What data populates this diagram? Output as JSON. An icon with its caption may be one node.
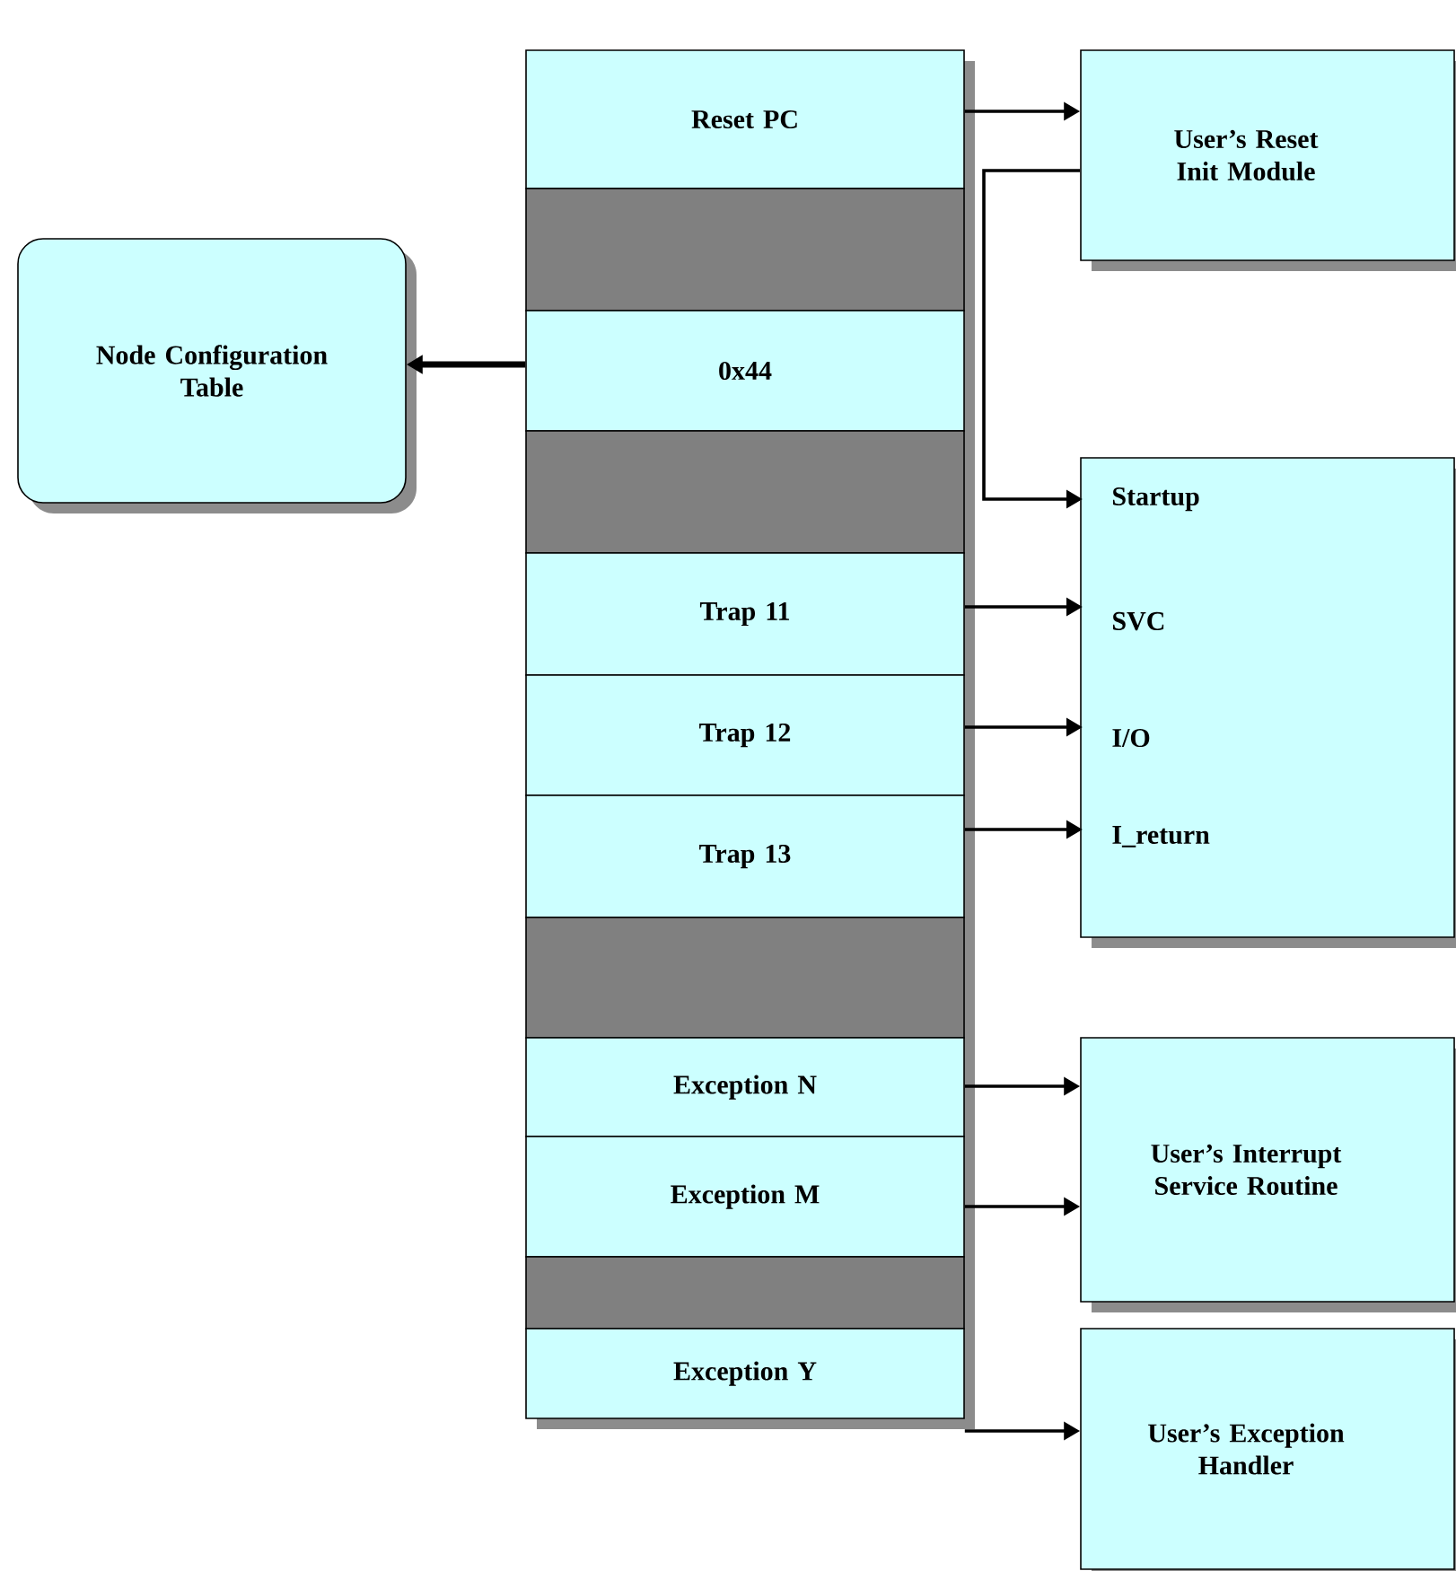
{
  "diagram": {
    "nodes": [
      {
        "text": [
          "Reset PC"
        ]
      },
      {
        "text": [],
        "shape": "box"
      },
      {
        "text": [
          "0x44"
        ]
      },
      {
        "text": [],
        "shape": "box"
      },
      {
        "text": [
          "Trap 11"
        ]
      },
      {
        "text": [
          "Trap 12"
        ]
      },
      {
        "text": [
          "Trap 13"
        ]
      },
      {
        "text": [],
        "shape": "box"
      },
      {
        "text": [
          "Exception N"
        ]
      },
      {
        "text": [
          "Exception M"
        ]
      },
      {
        "text": [],
        "shape": "box"
      },
      {
        "text": [
          "Exception Y"
        ]
      },
      {
        "text": [
          "Node Configuration Table"
        ]
      },
      {
        "text": [
          "User’s Reset Init Module"
        ]
      },
      {
        "text": [],
        "shape": "box"
      },
      {
        "text": [
          "Startup"
        ],
        "in": 14
      },
      {
        "text": [
          "SVC"
        ],
        "in": 14
      },
      {
        "text": [
          "I/O"
        ],
        "in": 14
      },
      {
        "text": [
          "I_return"
        ],
        "in": 14
      },
      {
        "text": [
          "User’s Interrupt Service Routine"
        ]
      },
      {
        "text": [
          "User’s Exception Handler"
        ]
      }
    ],
    "edges": [
      {
        "from": 0,
        "to": 13,
        "arrow": "to"
      },
      {
        "from": 13,
        "to": 15,
        "arrow": "to"
      },
      {
        "from": 2,
        "to": 12,
        "arrow": "to",
        "style": "thick"
      },
      {
        "from": 4,
        "to": 16,
        "arrow": "to"
      },
      {
        "from": 5,
        "to": 17,
        "arrow": "to"
      },
      {
        "from": 6,
        "to": 18,
        "arrow": "to"
      },
      {
        "from": 8,
        "to": 19,
        "arrow": "to"
      },
      {
        "from": 9,
        "to": 19,
        "arrow": "to"
      },
      {
        "from": 11,
        "to": 20,
        "arrow": "to"
      }
    ]
  }
}
